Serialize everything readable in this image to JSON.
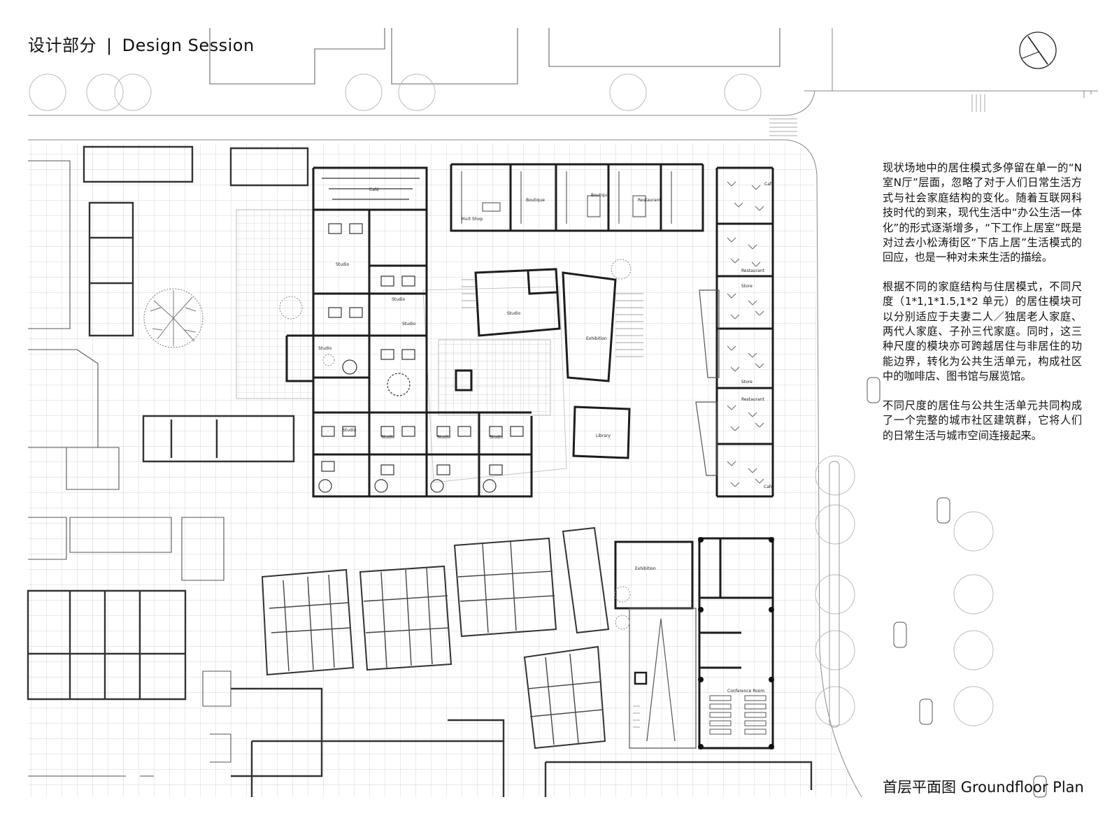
{
  "header": {
    "title_cn": "设计部分",
    "separator": "|",
    "title_en": "Design Session"
  },
  "description": {
    "para1": "现状场地中的居住模式多停留在单一的“N室N厅”层面，忽略了对于人们日常生活方式与社会家庭结构的变化。随着互联网科技时代的到来，现代生活中“办公生活一体化”的形式逐渐增多，“下工作上居室”既是对过去小松涛街区“下店上居”生活模式的回应，也是一种对未来生活的描绘。",
    "para2": "根据不同的家庭结构与住居模式，不同尺度（1*1,1*1.5,1*2 单元）的居住模块可以分别适应于夫妻二人／独居老人家庭、两代人家庭、子孙三代家庭。同时，这三种尺度的模块亦可跨越居住与非居住的功能边界，转化为公共生活单元，构成社区中的咖啡店、图书馆与展览馆。",
    "para3": "不同尺度的居住与公共生活单元共同构成了一个完整的城市社区建筑群，它将人们的日常生活与城市空间连接起来。"
  },
  "caption": {
    "cn": "首层平面图",
    "en": "Groundfloor Plan"
  },
  "room_labels": {
    "cafe_top": "Café",
    "studio_1": "Studio",
    "studio_2": "Studio",
    "studio_3": "Studio",
    "studio_4": "Studio",
    "studio_5": "Studio",
    "studio_6": "Studio",
    "studio_7": "Studio",
    "studio_8": "Studio",
    "studio_9": "Studio",
    "hurt_shop": "Hurt Shop",
    "boutique_1": "Boutique",
    "boutique_2": "Boutique",
    "restaurant_top": "Restaurant",
    "cafe_right_top": "Café",
    "restaurant_right_1": "Restaurant",
    "store_1": "Store",
    "store_2": "Store",
    "restaurant_right_2": "Restaurant",
    "cafe_right_bottom": "Café",
    "exhibition_1": "Exhibition",
    "library": "Library",
    "exhibition_2": "Exhibition",
    "conference_room": "Conference Room"
  },
  "colors": {
    "line": "#222222",
    "grid": "#d8d8d8",
    "light_line": "#9a9a9a"
  }
}
